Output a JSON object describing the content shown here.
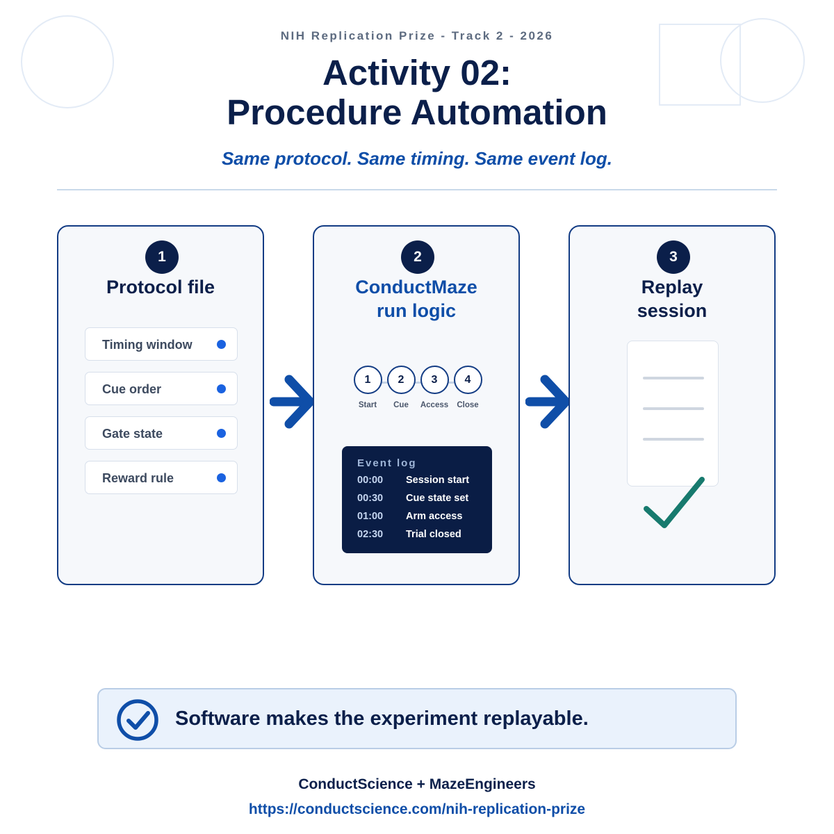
{
  "header": {
    "kicker": "NIH Replication Prize - Track 2 - 2026",
    "title_line1": "Activity 02:",
    "title_line2": "Procedure Automation",
    "tagline": "Same protocol. Same timing. Same event log."
  },
  "steps": [
    {
      "number": "1",
      "title_line1": "Protocol file",
      "items": [
        "Timing window",
        "Cue order",
        "Gate state",
        "Reward rule"
      ]
    },
    {
      "number": "2",
      "title_line1": "ConductMaze",
      "title_line2": "run logic",
      "stages": [
        {
          "n": "1",
          "label": "Start"
        },
        {
          "n": "2",
          "label": "Cue"
        },
        {
          "n": "3",
          "label": "Access"
        },
        {
          "n": "4",
          "label": "Close"
        }
      ],
      "event_log": {
        "title": "Event log",
        "rows": [
          {
            "time": "00:00",
            "event": "Session start"
          },
          {
            "time": "00:30",
            "event": "Cue state set"
          },
          {
            "time": "01:00",
            "event": "Arm access"
          },
          {
            "time": "02:30",
            "event": "Trial closed"
          }
        ]
      }
    },
    {
      "number": "3",
      "title_line1": "Replay",
      "title_line2": "session"
    }
  ],
  "banner": {
    "text": "Software makes the experiment replayable.",
    "icon": "check-circle-icon"
  },
  "footer": {
    "brand": "ConductScience + MazeEngineers",
    "url": "https://conductscience.com/nih-replication-prize"
  },
  "colors": {
    "navy": "#0b1f4a",
    "accent_blue": "#0f4ea8",
    "dot_blue": "#1a62e0",
    "check_green": "#177a6e",
    "card_bg": "#f6f8fb"
  }
}
